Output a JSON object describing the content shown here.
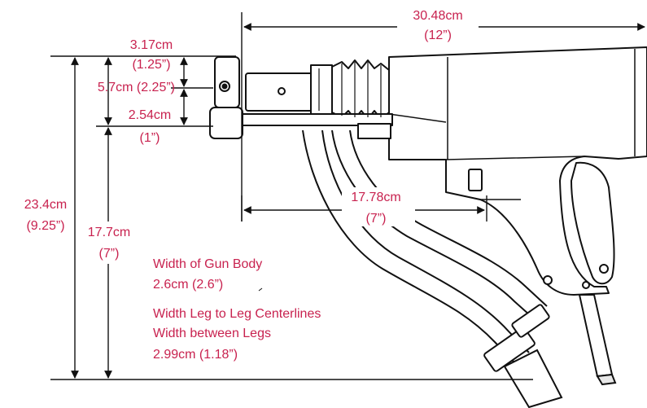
{
  "colors": {
    "label": "#c8224f",
    "line": "#111111",
    "shade": "#f2f2f2"
  },
  "dimensions": {
    "overall_length": {
      "metric": "30.48cm",
      "imperial": "(12”)"
    },
    "top_offset": {
      "metric": "3.17cm",
      "imperial": "(1.25”)"
    },
    "rod_spacing": {
      "metric_imperial": "5.7cm (2.25”)"
    },
    "lower_offset": {
      "metric": "2.54cm",
      "imperial": "(1”)"
    },
    "total_height": {
      "metric": "23.4cm",
      "imperial": "(9.25”)"
    },
    "leg_height": {
      "metric": "17.7cm",
      "imperial": "(7”)"
    },
    "body_length": {
      "metric": "17.78cm",
      "imperial": "(7”)"
    }
  },
  "notes": {
    "gun_body_width_title": "Width of Gun Body",
    "gun_body_width_value": "2.6cm (2.6”)",
    "leg_centerline_title": "Width Leg to Leg Centerlines",
    "between_legs_title": "Width between Legs",
    "between_legs_value": "2.99cm (1.18”)"
  }
}
